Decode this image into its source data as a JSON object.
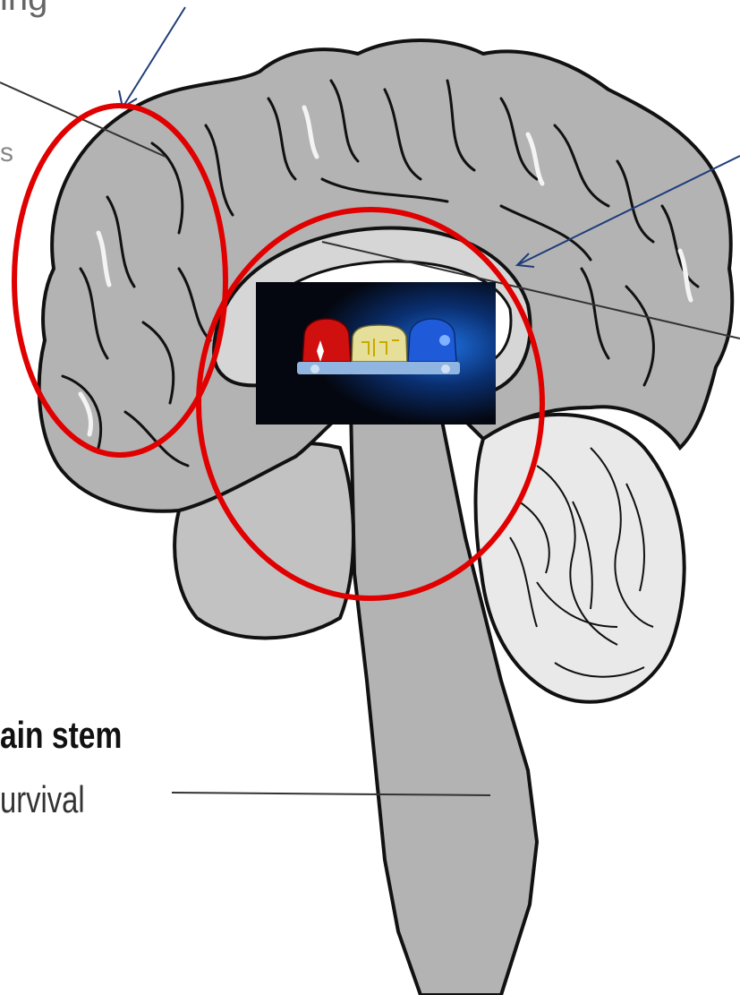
{
  "labels": {
    "top_fragment": "ing",
    "left_fragment": "s",
    "brainstem_title": "ain stem",
    "brainstem_caption": "urvival"
  },
  "icons": {
    "overlay": "emergency-siren-lights-icon"
  },
  "colors": {
    "highlight_ring": "#e00000",
    "pointer_arrow": "#1f3d7a",
    "brain_fill": "#b3b3b3",
    "outline": "#111111"
  }
}
